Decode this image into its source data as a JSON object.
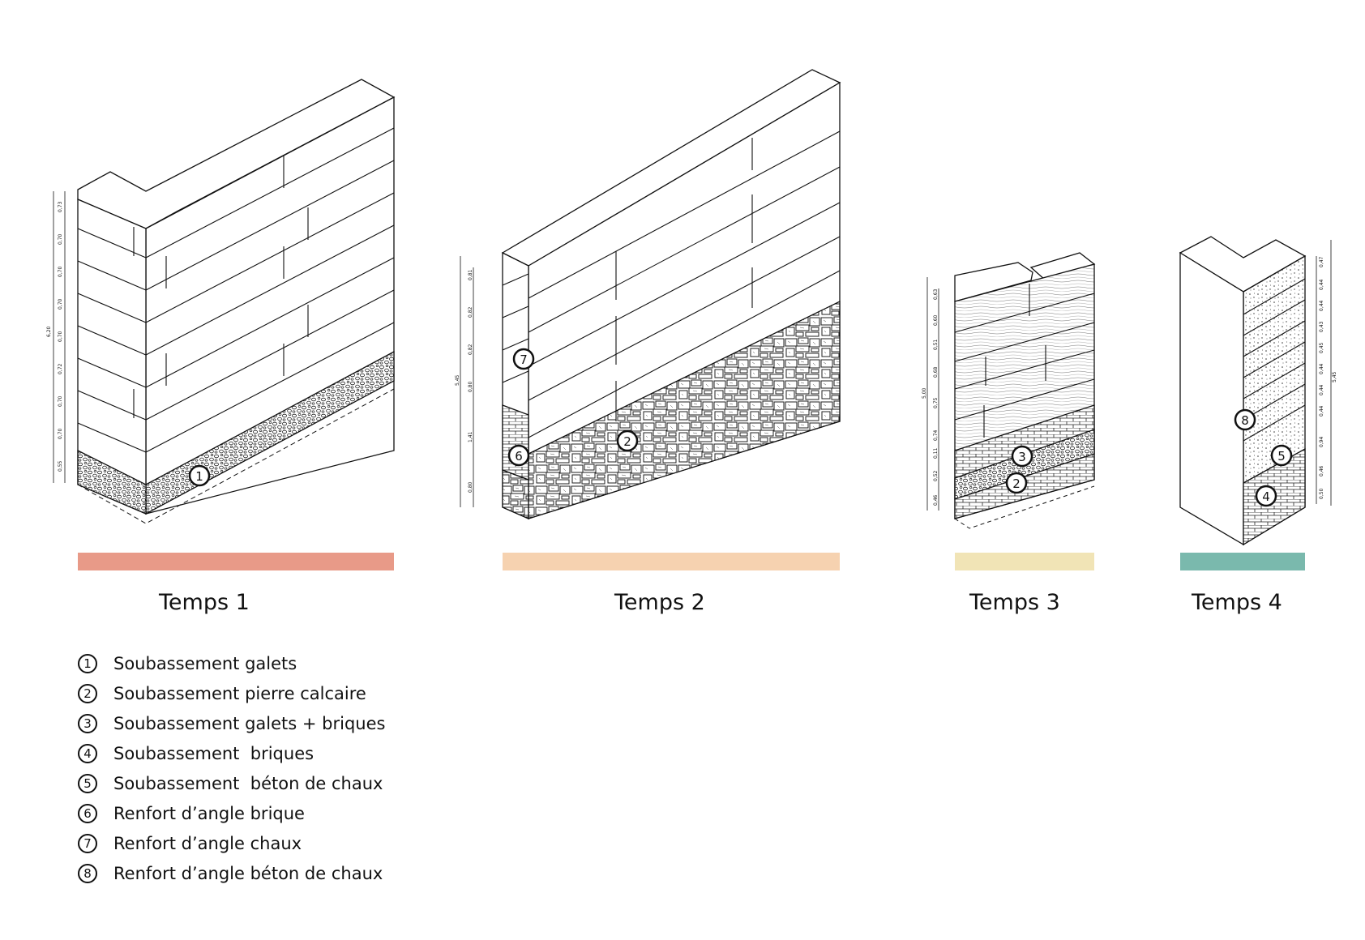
{
  "phases": [
    {
      "label": "Temps 1",
      "color": "#e89a88"
    },
    {
      "label": "Temps 2",
      "color": "#f6d2b0"
    },
    {
      "label": "Temps 3",
      "color": "#f1e4b6"
    },
    {
      "label": "Temps 4",
      "color": "#7ab9ad"
    }
  ],
  "markers": [
    "1",
    "2",
    "3",
    "4",
    "5",
    "6",
    "7",
    "8"
  ],
  "dimensions": {
    "temps1": {
      "total": "6,20",
      "parts": [
        "0,73",
        "0,70",
        "0,70",
        "0,70",
        "0,70",
        "0,72",
        "0,70",
        "0,70",
        "0,55"
      ]
    },
    "temps2": {
      "total": "5,45",
      "parts": [
        "0,81",
        "0,82",
        "0,82",
        "0,80",
        "1,41",
        "0,80"
      ]
    },
    "temps3": {
      "total": "5,00",
      "parts": [
        "0,63",
        "0,60",
        "0,51",
        "0,68",
        "0,75",
        "0,74",
        "0,11",
        "0,52",
        "0,46"
      ]
    },
    "temps4": {
      "total": "5,45",
      "parts": [
        "0,47",
        "0,44",
        "0,44",
        "0,43",
        "0,45",
        "0,44",
        "0,44",
        "0,44",
        "0,94",
        "0,46",
        "0,50"
      ]
    }
  },
  "legend": [
    {
      "num": "1",
      "text": "Soubassement galets"
    },
    {
      "num": "2",
      "text": "Soubassement pierre calcaire"
    },
    {
      "num": "3",
      "text": "Soubassement galets + briques"
    },
    {
      "num": "4",
      "text": "Soubassement  briques"
    },
    {
      "num": "5",
      "text": "Soubassement  béton de chaux"
    },
    {
      "num": "6",
      "text": "Renfort d’angle brique"
    },
    {
      "num": "7",
      "text": "Renfort d’angle chaux"
    },
    {
      "num": "8",
      "text": "Renfort d’angle béton de chaux"
    }
  ]
}
